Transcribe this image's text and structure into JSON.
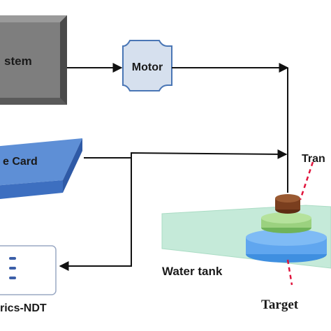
{
  "labels": {
    "system": "stem",
    "motor": "Motor",
    "card": "e Card",
    "ndt": "rics-NDT",
    "transducer": "Tran",
    "water_tank": "Water tank",
    "target": "Target"
  },
  "colors": {
    "system_box": "#7e7e7e",
    "system_box_bevel": "#5a5a5a",
    "motor_fill": "#d6e0ee",
    "motor_stroke": "#4a76b5",
    "card_top": "#5e8fd6",
    "card_front": "#3d6fc0",
    "ndt_stroke": "#9aa9c4",
    "ndt_dot": "#3c5fa8",
    "arrow": "#111111",
    "transducer_top": "#7a3e1e",
    "transducer_mid": "#9bd17f",
    "transducer_base": "#60a6ef",
    "water": "#c5ead9",
    "dash_line": "#e0143c"
  },
  "icons": {
    "arrowhead": "arrowhead-icon",
    "ndt_indicator": "indicator-dot-icon"
  }
}
